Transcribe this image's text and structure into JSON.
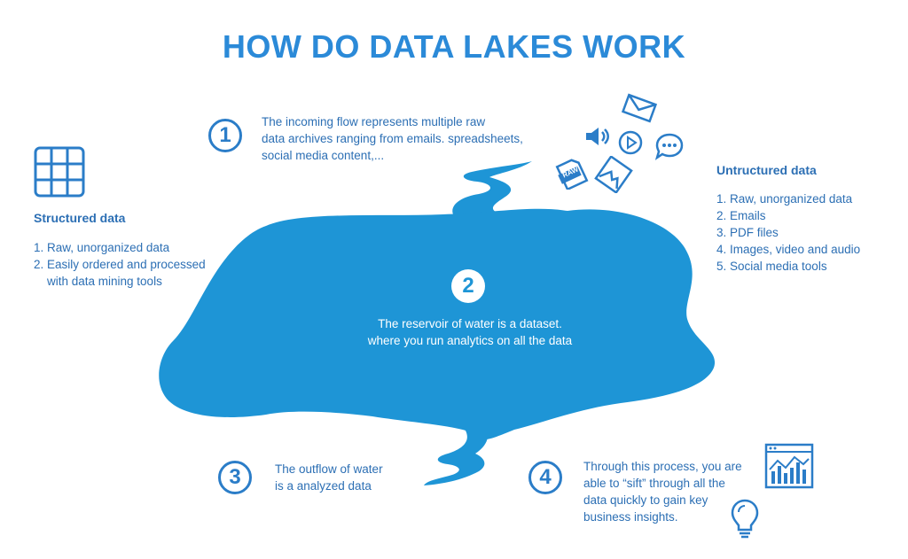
{
  "title": "HOW DO DATA LAKES WORK",
  "steps": [
    {
      "number": "1",
      "lines": [
        "The incoming flow represents multiple raw",
        "data archives ranging from emails. spreadsheets,",
        "social media content,..."
      ]
    },
    {
      "number": "2",
      "lines": [
        "The reservoir of water is a dataset.",
        "where you run analytics on all the data"
      ]
    },
    {
      "number": "3",
      "lines": [
        "The outflow of water",
        "is a analyzed data"
      ]
    },
    {
      "number": "4",
      "lines": [
        "Through this process, you are",
        "able to “sift” through all the",
        "data quickly to gain key",
        "business insights."
      ]
    }
  ],
  "structured": {
    "heading": "Structured data",
    "items": [
      "1. Raw, unorganized data",
      "2. Easily ordered and processed",
      "with data mining tools"
    ]
  },
  "unstructured": {
    "heading": "Untructured data",
    "items": [
      "1. Raw, unorganized data",
      "2. Emails",
      "3. PDF files",
      "4. Images, video and audio",
      "5. Social media tools"
    ]
  },
  "icons": {
    "raw_file_label": "RAW"
  },
  "colors": {
    "lake": "#1e95d6",
    "primary": "#2c6fb4",
    "title": "#2b8ad8"
  }
}
